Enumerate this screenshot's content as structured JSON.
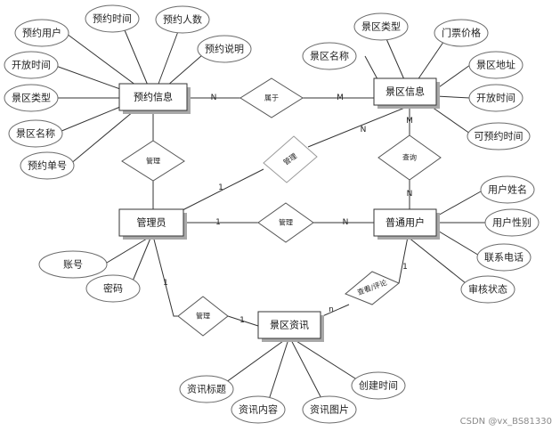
{
  "entities": {
    "booking_info": "预约信息",
    "scenic_info": "景区信息",
    "admin": "管理员",
    "regular_user": "普通用户",
    "scenic_news": "景区资讯"
  },
  "relationships": {
    "belongs_to": "属于",
    "manage_booking": "管理",
    "manage_scenic": "管理",
    "manage_user": "管理",
    "manage_news": "管理",
    "query": "查询",
    "view_comment": "查看/评论"
  },
  "attributes": {
    "booking_user": "预约用户",
    "booking_time": "预约时间",
    "booking_count": "预约人数",
    "booking_note": "预约说明",
    "open_time_1": "开放时间",
    "scenic_type_1": "景区类型",
    "scenic_name_1": "景区名称",
    "booking_no": "预约单号",
    "scenic_type_2": "景区类型",
    "ticket_price": "门票价格",
    "scenic_name_2": "景区名称",
    "scenic_address": "景区地址",
    "open_time_2": "开放时间",
    "bookable_time": "可预约时间",
    "user_name": "用户姓名",
    "user_gender": "用户性别",
    "contact_phone": "联系电话",
    "review_status": "审核状态",
    "account": "账号",
    "password": "密码",
    "news_title": "资讯标题",
    "news_content": "资讯内容",
    "news_image": "资讯图片",
    "created_time": "创建时间"
  },
  "cardinalities": {
    "booking_belongs": "N",
    "scenic_belongs": "M",
    "booking_admin": "",
    "admin_booking": "",
    "scenic_admin": "N",
    "admin_scenic": "1",
    "scenic_query": "M",
    "user_query": "N",
    "admin_user": "1",
    "user_admin": "N",
    "admin_news": "1",
    "news_admin": "1",
    "news_view": "n",
    "user_view": "1"
  },
  "watermark": "CSDN @vx_BS81330"
}
